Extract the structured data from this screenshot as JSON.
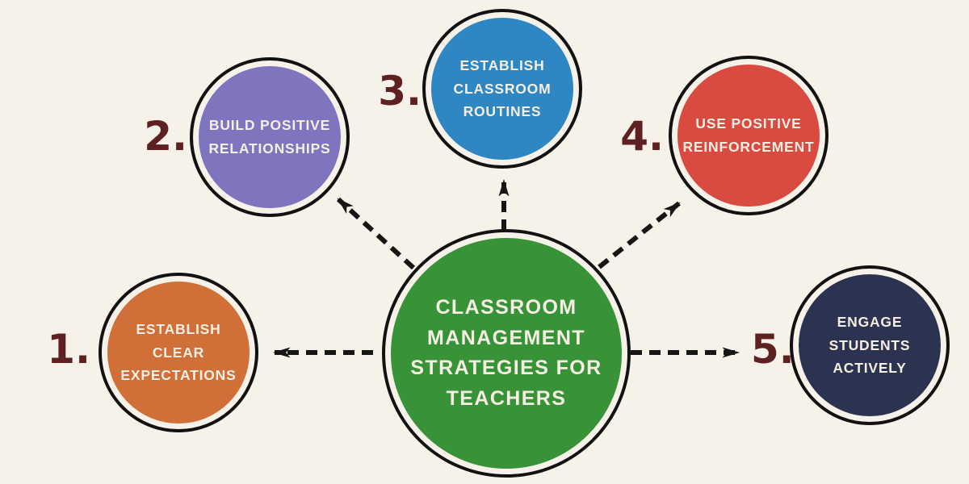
{
  "theme": {
    "background": "#F6F2E9",
    "ring": "#121212",
    "arrow": "#161616",
    "number_color": "#5E2020",
    "circle_text": "#F4EFE2"
  },
  "center": {
    "label": "CLASSROOM MANAGEMENT STRATEGIES FOR TEACHERS",
    "lines": [
      "CLASSROOM",
      "MANAGEMENT",
      "STRATEGIES FOR",
      "TEACHERS"
    ],
    "color": "#379238"
  },
  "nodes": [
    {
      "number": "1.",
      "label": "ESTABLISH CLEAR EXPECTATIONS",
      "lines": [
        "ESTABLISH",
        "CLEAR",
        "EXPECTATIONS"
      ],
      "color": "#D06F38"
    },
    {
      "number": "2.",
      "label": "BUILD POSITIVE RELATIONSHIPS",
      "lines": [
        "BUILD POSITIVE",
        "RELATIONSHIPS"
      ],
      "color": "#7F74BE"
    },
    {
      "number": "3.",
      "label": "ESTABLISH CLASSROOM ROUTINES",
      "lines": [
        "ESTABLISH",
        "CLASSROOM",
        "ROUTINES"
      ],
      "color": "#2E86C3"
    },
    {
      "number": "4.",
      "label": "USE POSITIVE REINFORCEMENT",
      "lines": [
        "USE POSITIVE",
        "REINFORCEMENT"
      ],
      "color": "#D94A41"
    },
    {
      "number": "5.",
      "label": "ENGAGE STUDENTS ACTIVELY",
      "lines": [
        "ENGAGE",
        "STUDENTS",
        "ACTIVELY"
      ],
      "color": "#2C3350"
    }
  ]
}
